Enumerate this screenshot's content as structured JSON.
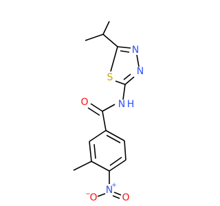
{
  "atoms": {
    "n_thiadiazole_upper": {
      "label": "N",
      "color": "#3050F8"
    },
    "n_thiadiazole_lower": {
      "label": "N",
      "color": "#3050F8"
    },
    "s_thiadiazole": {
      "label": "S",
      "color": "#C8A800"
    },
    "nh_amide": {
      "label": "N",
      "sublabel": "H",
      "color": "#3050F8"
    },
    "o_amide": {
      "label": "O",
      "color": "#FF0D0D"
    },
    "n_nitro": {
      "label": "N",
      "charge": "+",
      "color": "#3050F8"
    },
    "o_nitro_left": {
      "label": "O",
      "charge": "−",
      "color": "#FF0D0D"
    },
    "o_nitro_right": {
      "label": "O",
      "color": "#FF0D0D"
    }
  }
}
